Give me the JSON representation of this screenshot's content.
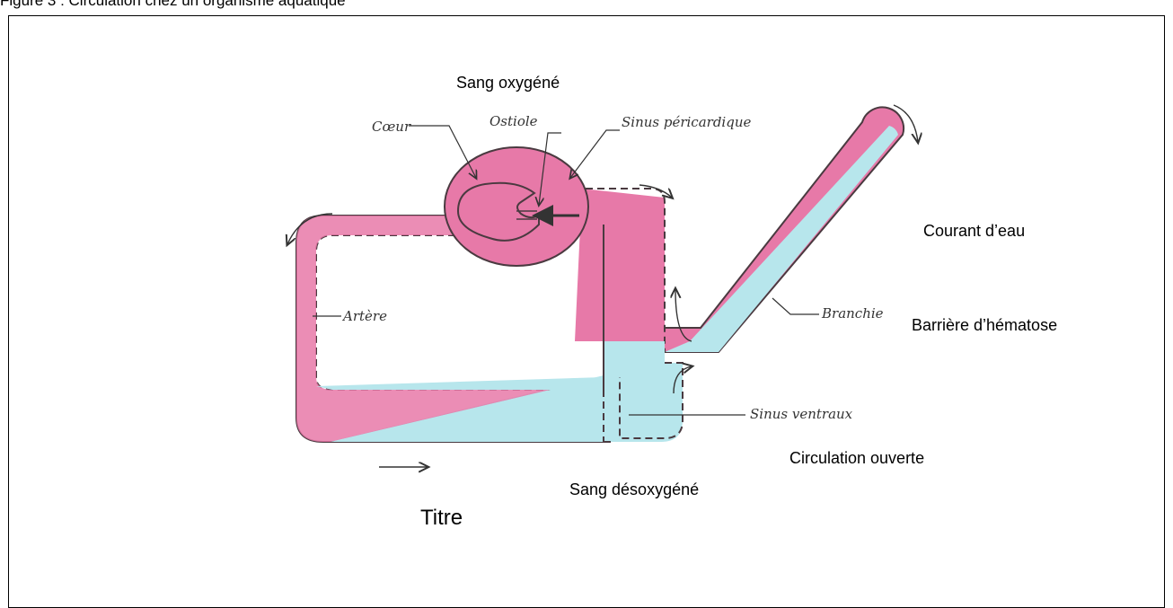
{
  "page": {
    "header": "Figure 3 : Circulation chez un organisme aquatique",
    "title": "Titre"
  },
  "annotations": {
    "oxygenated_blood": "Sang oxygéné",
    "water_current": "Courant d’eau",
    "haematosis_barrier": "Barrière d’hématose",
    "open_circulation": "Circulation ouverte",
    "deoxygenated_blood": "Sang désoxygéné"
  },
  "figure_labels": {
    "heart": "Cœur",
    "ostiole": "Ostiole",
    "pericardial_sinus": "Sinus péricardique",
    "artery": "Artère",
    "gill": "Branchie",
    "ventral_sinuses": "Sinus ventraux"
  },
  "colors": {
    "oxygenated": "#e779a8",
    "deoxygenated": "#b7e6ec",
    "outline": "#4a3a40"
  }
}
